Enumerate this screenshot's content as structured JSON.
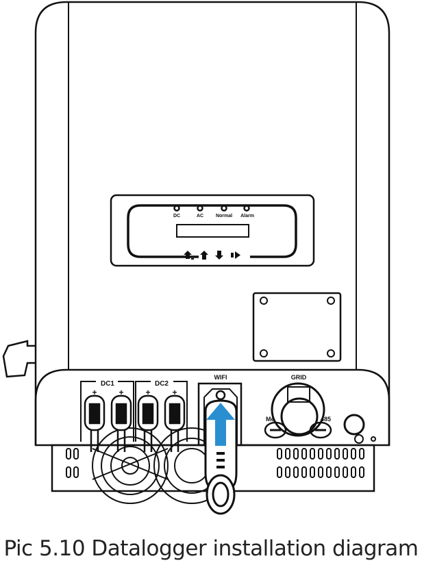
{
  "caption": "Pic 5.10 Datalogger installation diagram",
  "display": {
    "leds": [
      "DC",
      "AC",
      "Normal",
      "Alarm"
    ],
    "buttons": [
      "esc-icon",
      "up-arrow-icon",
      "down-arrow-icon",
      "enter-icon"
    ]
  },
  "ports": {
    "dc1": "DC1",
    "dc2": "DC2",
    "plus": "+",
    "wifi": "WIFI",
    "grid": "GRID",
    "meter": "Me",
    "rs485": "485"
  },
  "colors": {
    "arrow": "#2a8fd0",
    "line": "#111111"
  }
}
